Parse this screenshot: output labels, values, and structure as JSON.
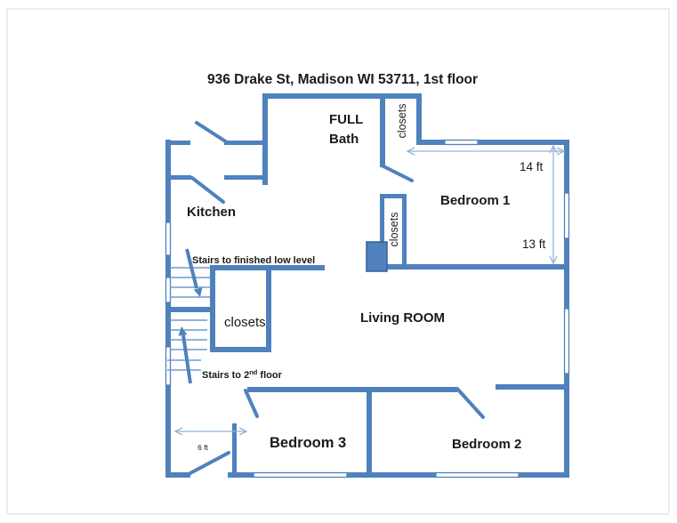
{
  "title": "936 Drake St, Madison WI 53711, 1st floor",
  "colors": {
    "wall": "#4f81bd",
    "wall_border": "#365f91",
    "dimension_line": "#95b3d7",
    "stair_tread": "#6f9bd1",
    "text": "#1a1a1a",
    "frame": "#d9d9d9",
    "background": "#ffffff"
  },
  "rooms": {
    "bath_line1": "FULL",
    "bath_line2": "Bath",
    "kitchen": "Kitchen",
    "bedroom1": "Bedroom 1",
    "bedroom2": "Bedroom 2",
    "bedroom3": "Bedroom 3",
    "living_room": "Living ROOM",
    "closet_top": "closets",
    "closet_mid": "closets",
    "closet_box": "closets"
  },
  "dimensions": {
    "bedroom1_width": "14 ft",
    "bedroom1_depth": "13 ft",
    "hall_width": "6 ft"
  },
  "annotations": {
    "stairs_down": "Stairs to finished low level",
    "stairs_up_prefix": "Stairs to 2",
    "stairs_up_sup": "nd",
    "stairs_up_suffix": " floor"
  }
}
